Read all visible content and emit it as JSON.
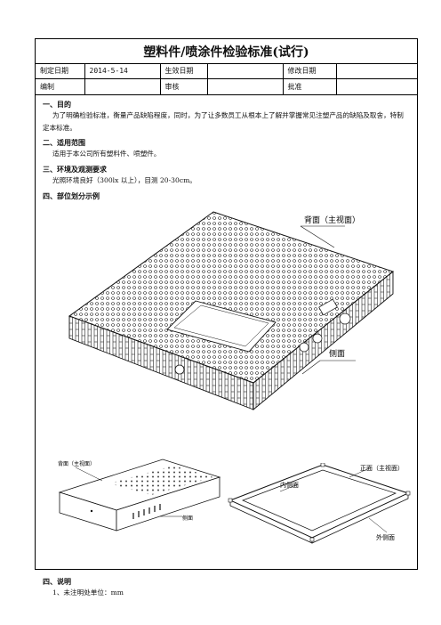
{
  "title": "塑料件/喷涂件检验标准(试行)",
  "meta": {
    "row1": {
      "label1": "制定日期",
      "value1": "2014-5-14",
      "label2": "生效日期",
      "value2": "",
      "label3": "修改日期",
      "value3": ""
    },
    "row2": {
      "label1": "编制",
      "value1": "",
      "label2": "审核",
      "value2": "",
      "label3": "批准",
      "value3": ""
    }
  },
  "sections": {
    "s1": {
      "heading": "一、目的",
      "text": "为了明确检验标准，衡量产品缺陷程度，同时，为了让多数员工从根本上了解并掌握常见注塑产品的缺陷及取舍，特制定本标准。"
    },
    "s2": {
      "heading": "二、适用范围",
      "text": "适用于本公司所有塑料件、喷塑件。"
    },
    "s3": {
      "heading": "三、环境及观测要求",
      "text": "光照环境良好（300lx 以上），目测 20-30cm。"
    },
    "s4": {
      "heading": "四、部位划分示例"
    },
    "s5": {
      "heading": "四、说明",
      "text": "1、未注明处单位：mm"
    }
  },
  "figure_labels": {
    "back_main": "背面（主视面）",
    "side_main": "侧面",
    "small_back": "背面（主视面）",
    "small_side": "侧面",
    "front_main": "正面（主视面）",
    "inner_side": "内侧面",
    "outer_side": "外侧面"
  }
}
